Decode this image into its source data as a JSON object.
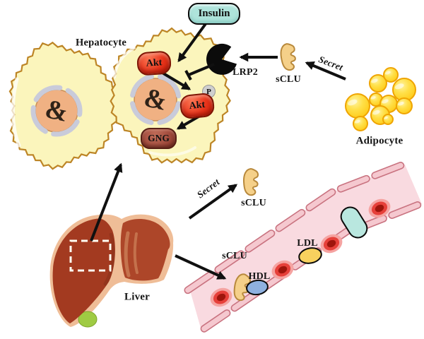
{
  "figure": {
    "cell_labels": {
      "hepatocyte": "Hepatocyte",
      "adipocyte": "Adipocyte",
      "liver": "Liver"
    },
    "molecules": {
      "insulin": "Insulin",
      "akt": "Akt",
      "phospho": "P",
      "gng": "GNG",
      "lrp2": "LRP2",
      "sclu": "sCLU",
      "ldl": "LDL",
      "hdl": "HDL"
    },
    "process_labels": {
      "secret": "Secret"
    },
    "nucleus_glyph": "&"
  },
  "connections": [
    {
      "from": "Insulin",
      "to": "hepatocyte cytoplasm",
      "style": "arrow"
    },
    {
      "from": "LRP2",
      "to": "Akt pathway",
      "style": "inhibition"
    },
    {
      "from": "Akt",
      "to": "phospho-Akt",
      "style": "arrow"
    },
    {
      "from": "phospho-Akt",
      "to": "GNG",
      "style": "arrow"
    },
    {
      "from": "sCLU",
      "to": "LRP2",
      "style": "arrow"
    },
    {
      "from": "Adipocyte",
      "to": "sCLU",
      "style": "arrow",
      "label": "Secret"
    },
    {
      "from": "Liver inset",
      "to": "Hepatocyte",
      "style": "arrow"
    },
    {
      "from": "Liver",
      "to": "sCLU",
      "style": "arrow",
      "label": "Secret"
    },
    {
      "from": "Liver",
      "to": "sCLU in blood vessel",
      "style": "arrow"
    }
  ],
  "colors": {
    "insulin_box": "#AEE4DB",
    "cell_fill": "#FBF5BC",
    "cell_border": "#BD8526",
    "nucleus": "#F0B183",
    "nuclear_envelope": "#C9CBDA",
    "akt": "#E8341B",
    "gng": "#A04A3C",
    "lrp2": "#0B0B0B",
    "sclu": "#F5D089",
    "fat_droplet": "#FFD42E",
    "liver": "#A33A20",
    "liver_band": "#EFBD97",
    "gallbladder": "#9FCB43",
    "vessel_wall": "#F5C8CF",
    "vessel_lumen": "#F9DAE0",
    "rbc": "#E6403A",
    "ldl": "#F8D15E",
    "hdl": "#8FB1E0",
    "capsule": "#B9E7DF",
    "arrow": "#101010"
  }
}
